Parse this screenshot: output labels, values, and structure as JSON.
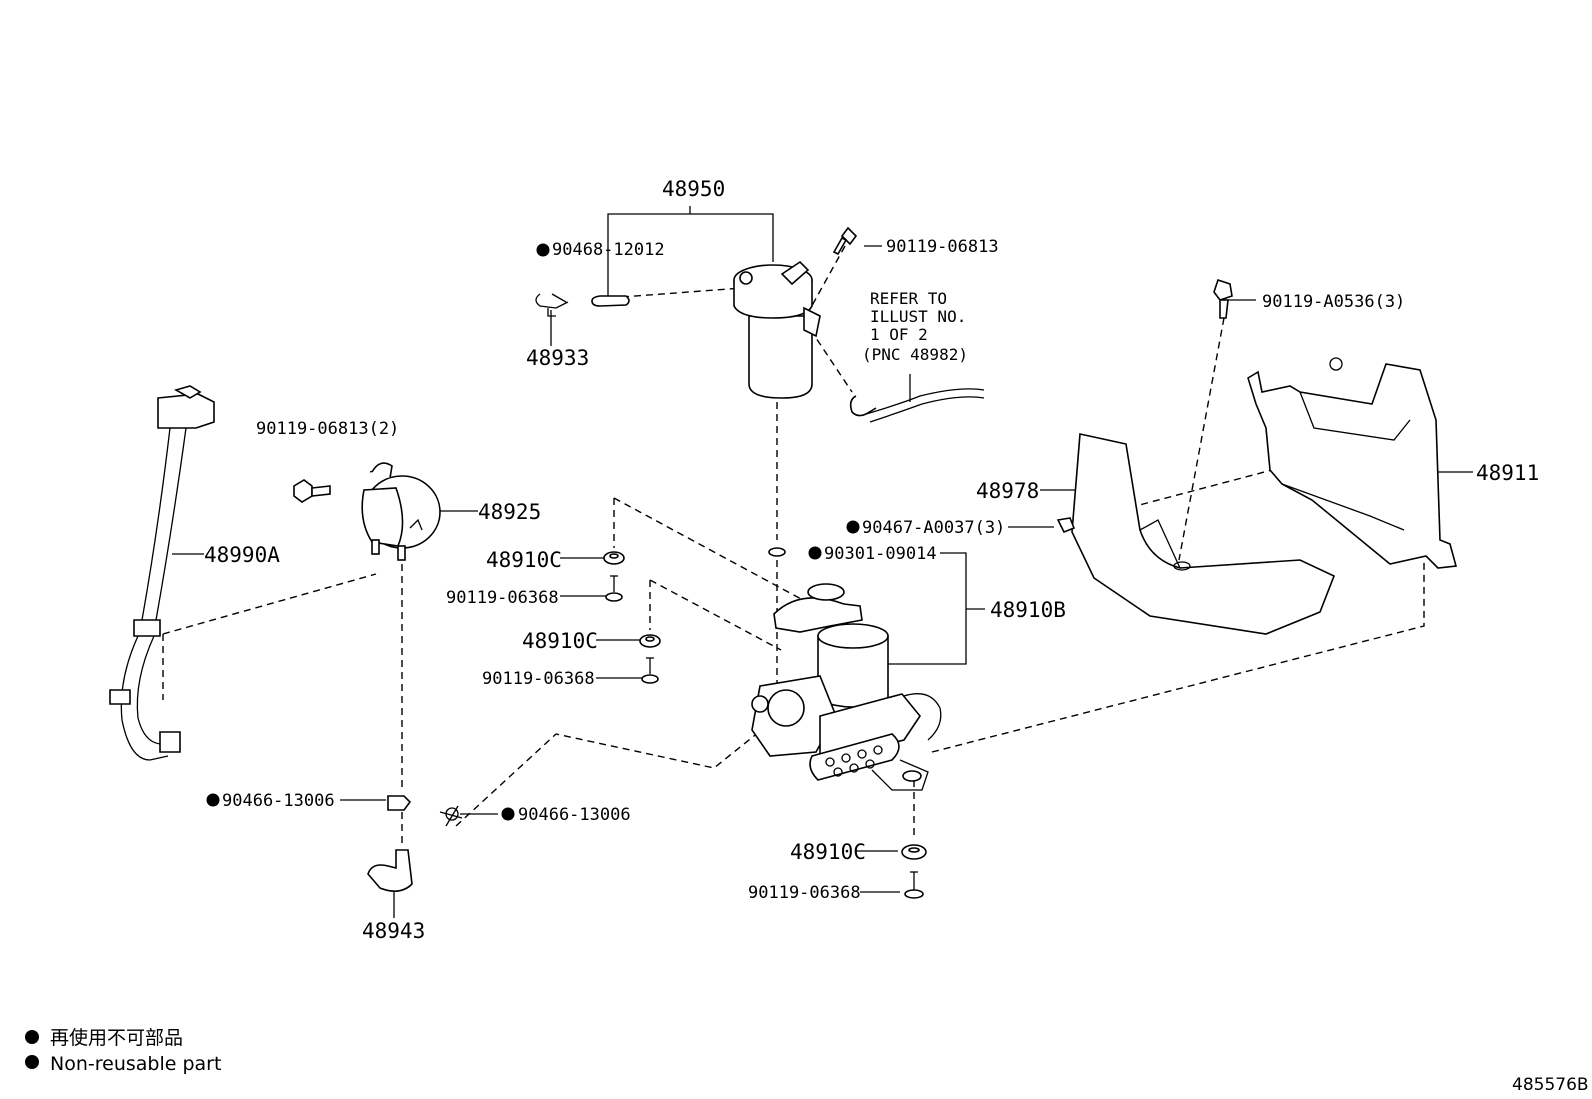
{
  "labels": {
    "p48950": "48950",
    "p90468_12012": "90468-12012",
    "p90119_06813": "90119-06813",
    "p48933": "48933",
    "p90119_06813_2": "90119-06813(2)",
    "p48925": "48925",
    "p48990A": "48990A",
    "p48910C_a": "48910C",
    "p90119_06368_a": "90119-06368",
    "p48910C_b": "48910C",
    "p90119_06368_b": "90119-06368",
    "p90301_09014": "90301-09014",
    "p48910B": "48910B",
    "p48978": "48978",
    "p90467_A0037_3": "90467-A0037(3)",
    "p48911": "48911",
    "p90119_A0536_3": "90119-A0536(3)",
    "p90466_13006_a": "90466-13006",
    "p90466_13006_b": "90466-13006",
    "p48943": "48943",
    "p48910C_c": "48910C",
    "p90119_06368_c": "90119-06368"
  },
  "refer_note": {
    "line1": "REFER TO",
    "line2": "ILLUST NO.",
    "line3": "1 OF 2",
    "line4": "(PNC 48982)"
  },
  "legend": {
    "item1": "再使用不可部品",
    "item2": "Non-reusable part"
  },
  "figure_id": "485576B"
}
